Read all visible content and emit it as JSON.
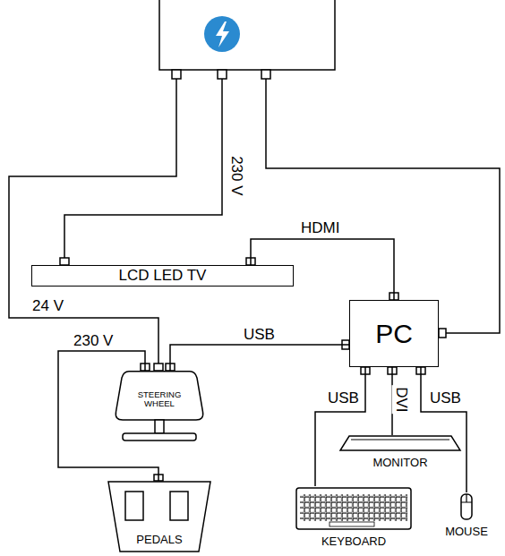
{
  "diagram": {
    "nodes": [
      {
        "text": [
          "LCD LED TV"
        ]
      },
      {
        "text": [
          "PC"
        ]
      },
      {
        "text": [
          "STEERING WHEEL"
        ]
      },
      {
        "text": [
          "MONITOR"
        ]
      },
      {
        "text": [
          "PEDALS"
        ]
      },
      {
        "text": [
          "KEYBOARD"
        ]
      },
      {
        "text": [
          "MOUSE"
        ]
      }
    ],
    "edges": [
      {
        "from": 1,
        "to": 0,
        "label": "HDMI",
        "arrow": "none"
      },
      {
        "from": 1,
        "to": 2,
        "label": "USB",
        "arrow": "none"
      },
      {
        "from": 1,
        "to": 3,
        "label": "DVI",
        "arrow": "none"
      },
      {
        "from": 1,
        "to": 5,
        "label": "USB",
        "arrow": "none"
      },
      {
        "from": 1,
        "to": 6,
        "label": "USB",
        "arrow": "none"
      },
      {
        "from": 2,
        "to": 4,
        "label": "230 V",
        "arrow": "none"
      }
    ],
    "labels": [
      "230 V",
      "24 V"
    ]
  }
}
